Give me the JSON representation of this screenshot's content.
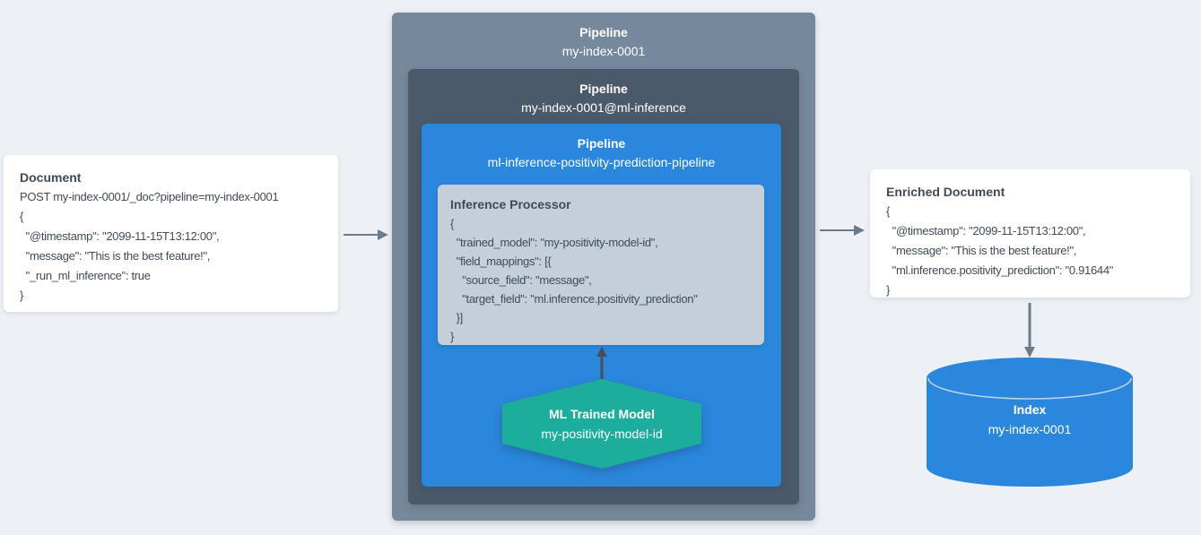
{
  "diagram_title": "ML inference pipeline flow",
  "colors": {
    "background": "#edf1f5",
    "pipeline_outer": "#76889b",
    "pipeline_mid": "#4a5a6a",
    "pipeline_inner": "#2b87dc",
    "processor_card": "#c4cfda",
    "model_hexagon": "#1cad9d",
    "index_cylinder": "#2b87dc",
    "card_background": "#ffffff",
    "text_dark": "#3f4b57",
    "text_light": "#ffffff",
    "arrow_gray": "#6c7b8a",
    "arrow_dark": "#45505b"
  },
  "left_document": {
    "title": "Document",
    "lines": [
      "POST my-index-0001/_doc?pipeline=my-index-0001",
      "{",
      "  \"@timestamp\": \"2099-11-15T13:12:00\",",
      "  \"message\": \"This is the best feature!\",",
      "  \"_run_ml_inference\": true",
      "}"
    ]
  },
  "pipeline_outer": {
    "label": "Pipeline",
    "name": "my-index-0001"
  },
  "pipeline_mid": {
    "label": "Pipeline",
    "name": "my-index-0001@ml-inference"
  },
  "pipeline_inner": {
    "label": "Pipeline",
    "name": "ml-inference-positivity-prediction-pipeline"
  },
  "inference_processor": {
    "title": "Inference Processor",
    "lines": [
      "{",
      "  \"trained_model\": \"my-positivity-model-id\",",
      "  \"field_mappings\": [{",
      "    \"source_field\": \"message\",",
      "    \"target_field\": \"ml.inference.positivity_prediction\"",
      "  }]",
      "}"
    ]
  },
  "ml_model": {
    "title": "ML Trained Model",
    "name": "my-positivity-model-id"
  },
  "enriched_document": {
    "title": "Enriched Document",
    "lines": [
      "{",
      "  \"@timestamp\": \"2099-11-15T13:12:00\",",
      "  \"message\": \"This is the best feature!\",",
      "  \"ml.inference.positivity_prediction\": \"0.91644\"",
      "}"
    ]
  },
  "index": {
    "title": "Index",
    "name": "my-index-0001"
  },
  "icons": {
    "arrow_right_1": "arrow-right-icon",
    "arrow_right_2": "arrow-right-icon",
    "arrow_up": "arrow-up-icon",
    "arrow_down": "arrow-down-icon",
    "cylinder": "database-cylinder-icon"
  }
}
